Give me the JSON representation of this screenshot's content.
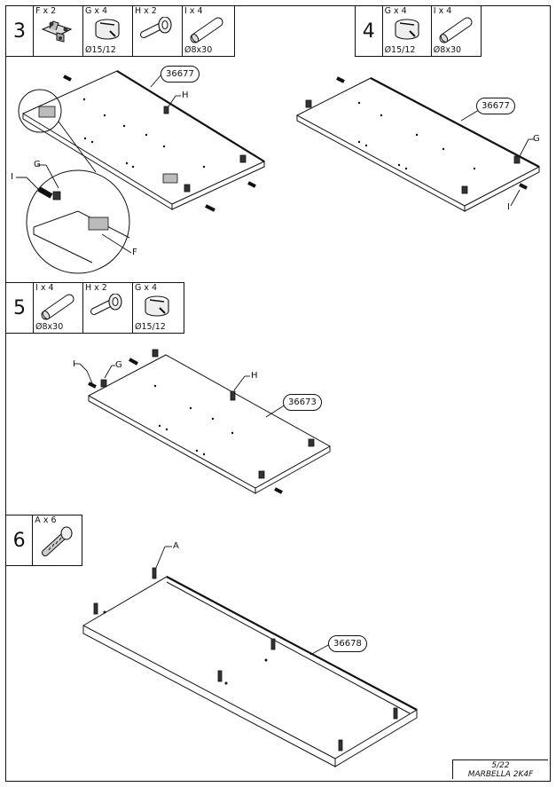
{
  "steps": [
    {
      "number": "3",
      "parts": [
        {
          "qty": "F x 2",
          "dim": "",
          "icon": "shelf-bracket-icon"
        },
        {
          "qty": "G x 4",
          "dim": "Ø15/12",
          "icon": "cam-lock-icon"
        },
        {
          "qty": "H x 2",
          "dim": "",
          "icon": "cam-bolt-icon"
        },
        {
          "qty": "I x 4",
          "dim": "Ø8x30",
          "icon": "wooden-dowel-icon"
        }
      ]
    },
    {
      "number": "4",
      "parts": [
        {
          "qty": "G x 4",
          "dim": "Ø15/12",
          "icon": "cam-lock-icon"
        },
        {
          "qty": "I x 4",
          "dim": "Ø8x30",
          "icon": "wooden-dowel-icon"
        }
      ]
    },
    {
      "number": "5",
      "parts": [
        {
          "qty": "I x 4",
          "dim": "Ø8x30",
          "icon": "wooden-dowel-icon"
        },
        {
          "qty": "H x 2",
          "dim": "",
          "icon": "cam-bolt-icon"
        },
        {
          "qty": "G x 4",
          "dim": "Ø15/12",
          "icon": "cam-lock-icon"
        }
      ]
    },
    {
      "number": "6",
      "parts": [
        {
          "qty": "A x 6",
          "dim": "",
          "icon": "cam-bolt-icon"
        }
      ]
    }
  ],
  "panels": {
    "step3": "36677",
    "step4": "36677",
    "step5": "36673",
    "step6": "36678"
  },
  "callouts": {
    "F": "F",
    "G": "G",
    "H": "H",
    "I": "I",
    "A": "A"
  },
  "footer": {
    "page": "5/22",
    "model": "MARBELLA 2K4F"
  }
}
